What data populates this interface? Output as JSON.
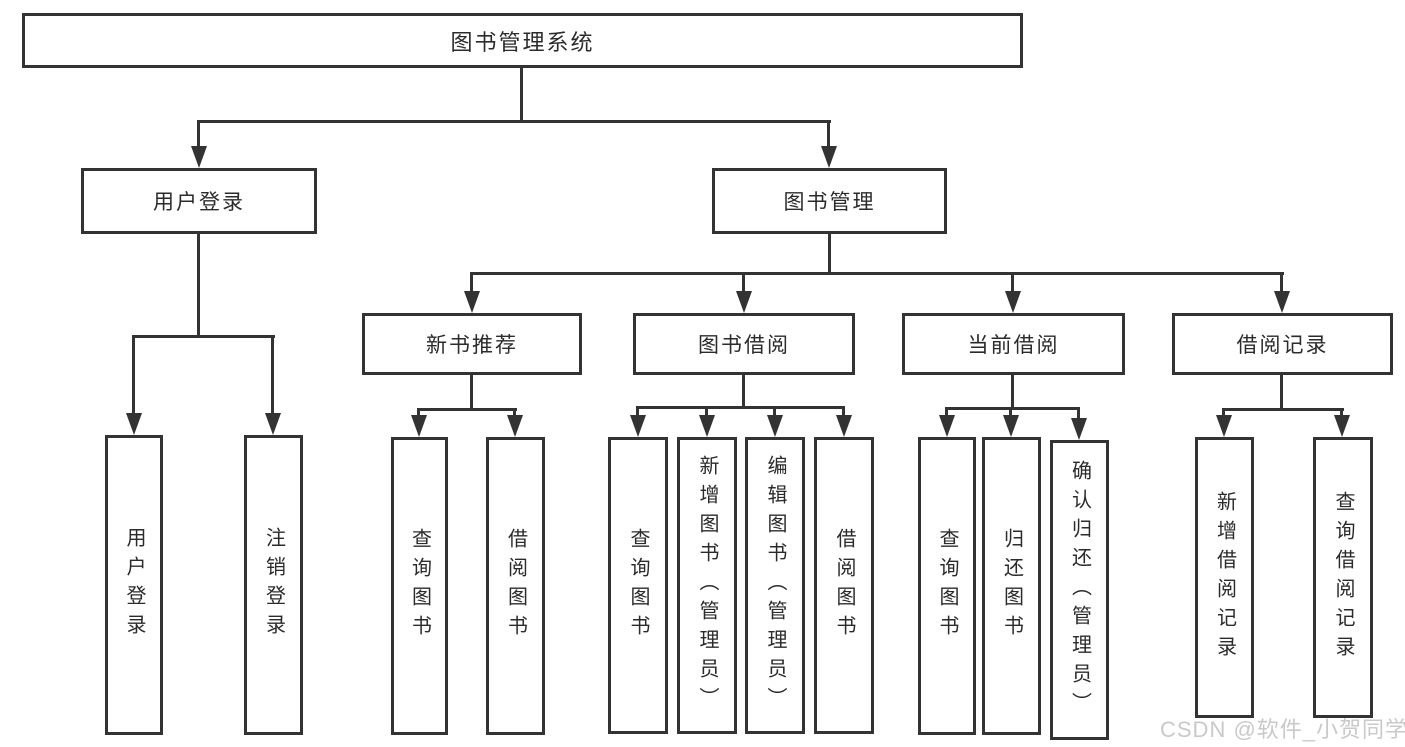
{
  "tree": {
    "root": {
      "label": "图书管理系统"
    },
    "level2": [
      {
        "label": "用户登录"
      },
      {
        "label": "图书管理"
      }
    ],
    "level3": [
      {
        "label": "新书推荐"
      },
      {
        "label": "图书借阅"
      },
      {
        "label": "当前借阅"
      },
      {
        "label": "借阅记录"
      }
    ],
    "leaves": {
      "user_login": [
        {
          "label": "用户登录"
        },
        {
          "label": "注销登录"
        }
      ],
      "new_book_recommend": [
        {
          "label": "查询图书"
        },
        {
          "label": "借阅图书"
        }
      ],
      "book_borrow": [
        {
          "label": "查询图书"
        },
        {
          "label": "新增图书（管理员）"
        },
        {
          "label": "编辑图书（管理员）"
        },
        {
          "label": "借阅图书"
        }
      ],
      "current_borrow": [
        {
          "label": "查询图书"
        },
        {
          "label": "归还图书"
        },
        {
          "label": "确认归还（管理员）"
        }
      ],
      "borrow_records": [
        {
          "label": "新增借阅记录"
        },
        {
          "label": "查询借阅记录"
        }
      ]
    }
  },
  "watermark": {
    "text": "CSDN @软件_小贺同学"
  },
  "colors": {
    "line": "#333333",
    "text": "#2b2b2b",
    "background": "#ffffff",
    "watermark": "#c9c9c9"
  }
}
